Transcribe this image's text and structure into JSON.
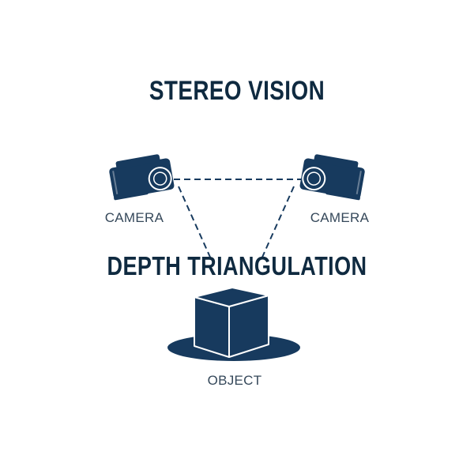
{
  "diagram": {
    "title": "STEREO VISION",
    "subtitle": "DEPTH TRIANGULATION",
    "nodes": {
      "camera_left": {
        "label": "CAMERA",
        "icon": "camera-icon"
      },
      "camera_right": {
        "label": "CAMERA",
        "icon": "camera-icon"
      },
      "object": {
        "label": "OBJECT",
        "icon": "cube-on-disc-icon"
      }
    },
    "edges": [
      {
        "from": "camera_left",
        "to": "camera_right",
        "style": "dashed"
      },
      {
        "from": "camera_left",
        "to": "object",
        "style": "dashed"
      },
      {
        "from": "camera_right",
        "to": "object",
        "style": "dashed"
      }
    ],
    "colors": {
      "primary": "#173a5e",
      "text_dark": "#0f2a40",
      "text_label": "#35485a",
      "highlight": "#ffffff"
    }
  }
}
